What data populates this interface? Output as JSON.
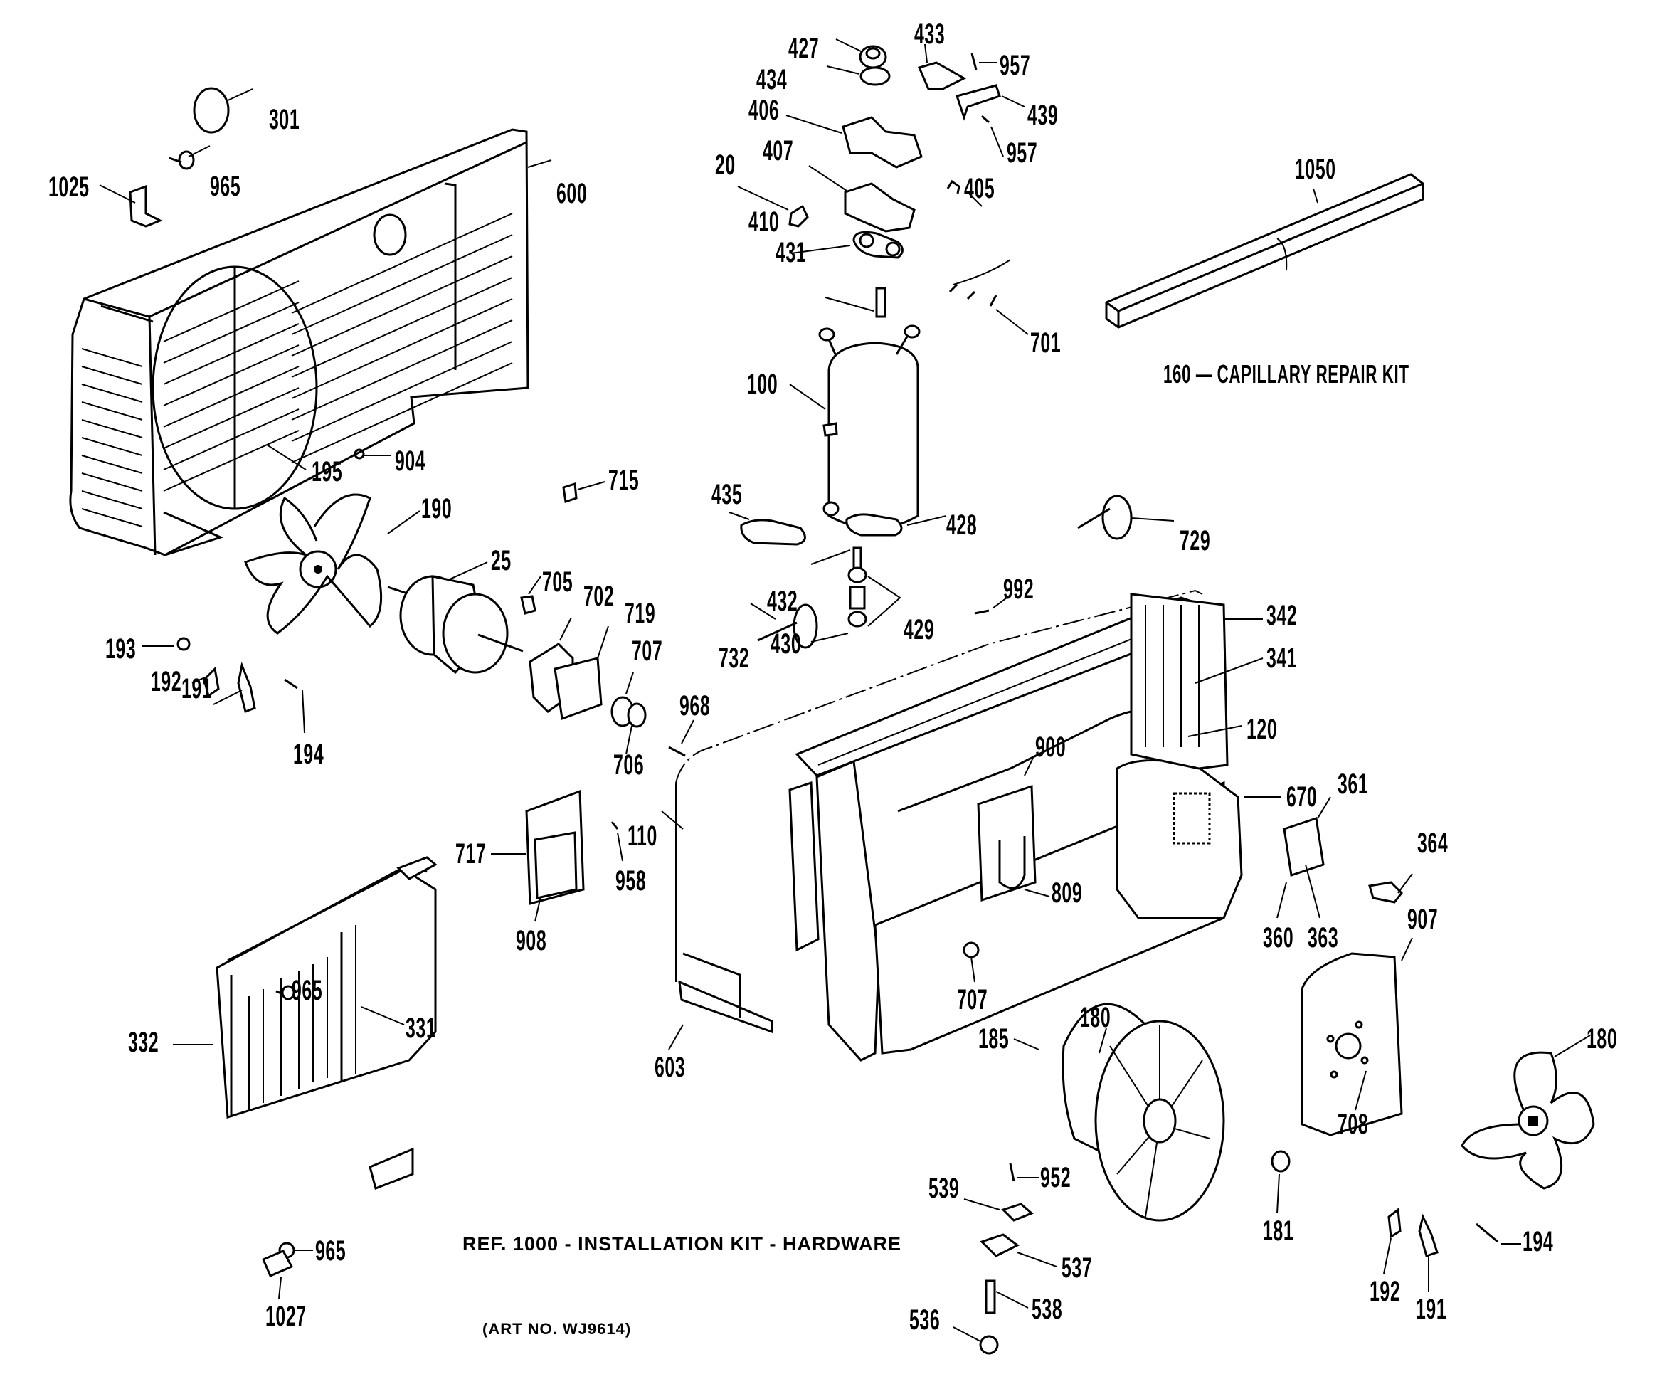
{
  "diagram": {
    "title": "Room Air Conditioner Exploded Parts Diagram",
    "notes": {
      "capillary_kit": "160 — CAPILLARY REPAIR KIT",
      "installation_kit": "REF. 1000 - INSTALLATION KIT - HARDWARE",
      "art_number": "(ART NO. WJ9614)"
    },
    "labels": [
      {
        "id": "l301",
        "text": "301"
      },
      {
        "id": "l1025",
        "text": "1025"
      },
      {
        "id": "l965a",
        "text": "965"
      },
      {
        "id": "l600",
        "text": "600"
      },
      {
        "id": "l195",
        "text": "195"
      },
      {
        "id": "l904",
        "text": "904"
      },
      {
        "id": "l190",
        "text": "190"
      },
      {
        "id": "l25",
        "text": "25"
      },
      {
        "id": "l705",
        "text": "705"
      },
      {
        "id": "l702",
        "text": "702"
      },
      {
        "id": "l719",
        "text": "719"
      },
      {
        "id": "l707a",
        "text": "707"
      },
      {
        "id": "l706",
        "text": "706"
      },
      {
        "id": "l193",
        "text": "193"
      },
      {
        "id": "l192a",
        "text": "192"
      },
      {
        "id": "l191a",
        "text": "191"
      },
      {
        "id": "l194a",
        "text": "194"
      },
      {
        "id": "l715",
        "text": "715"
      },
      {
        "id": "l427",
        "text": "427"
      },
      {
        "id": "l434",
        "text": "434"
      },
      {
        "id": "l433",
        "text": "433"
      },
      {
        "id": "l957a",
        "text": "957"
      },
      {
        "id": "l439",
        "text": "439"
      },
      {
        "id": "l957b",
        "text": "957"
      },
      {
        "id": "l406",
        "text": "406"
      },
      {
        "id": "l407",
        "text": "407"
      },
      {
        "id": "l20",
        "text": "20"
      },
      {
        "id": "l405",
        "text": "405"
      },
      {
        "id": "l410",
        "text": "410"
      },
      {
        "id": "l431",
        "text": "431"
      },
      {
        "id": "l701",
        "text": "701"
      },
      {
        "id": "l100",
        "text": "100"
      },
      {
        "id": "l1050",
        "text": "1050"
      },
      {
        "id": "l435",
        "text": "435"
      },
      {
        "id": "l428",
        "text": "428"
      },
      {
        "id": "l729",
        "text": "729"
      },
      {
        "id": "l432",
        "text": "432"
      },
      {
        "id": "l992",
        "text": "992"
      },
      {
        "id": "l430",
        "text": "430"
      },
      {
        "id": "l429",
        "text": "429"
      },
      {
        "id": "l732",
        "text": "732"
      },
      {
        "id": "l342",
        "text": "342"
      },
      {
        "id": "l341",
        "text": "341"
      },
      {
        "id": "l120",
        "text": "120"
      },
      {
        "id": "l968",
        "text": "968"
      },
      {
        "id": "l900",
        "text": "900"
      },
      {
        "id": "l670",
        "text": "670"
      },
      {
        "id": "l361",
        "text": "361"
      },
      {
        "id": "l364",
        "text": "364"
      },
      {
        "id": "l717",
        "text": "717"
      },
      {
        "id": "l110",
        "text": "110"
      },
      {
        "id": "l958",
        "text": "958"
      },
      {
        "id": "l809",
        "text": "809"
      },
      {
        "id": "l360",
        "text": "360"
      },
      {
        "id": "l363",
        "text": "363"
      },
      {
        "id": "l907",
        "text": "907"
      },
      {
        "id": "l908",
        "text": "908"
      },
      {
        "id": "l707b",
        "text": "707"
      },
      {
        "id": "l965b",
        "text": "965"
      },
      {
        "id": "l331",
        "text": "331"
      },
      {
        "id": "l332",
        "text": "332"
      },
      {
        "id": "l603",
        "text": "603"
      },
      {
        "id": "l185",
        "text": "185"
      },
      {
        "id": "l180a",
        "text": "180"
      },
      {
        "id": "l180b",
        "text": "180"
      },
      {
        "id": "l708",
        "text": "708"
      },
      {
        "id": "l539",
        "text": "539"
      },
      {
        "id": "l952",
        "text": "952"
      },
      {
        "id": "l537",
        "text": "537"
      },
      {
        "id": "l181",
        "text": "181"
      },
      {
        "id": "l965c",
        "text": "965"
      },
      {
        "id": "l1027",
        "text": "1027"
      },
      {
        "id": "l536",
        "text": "536"
      },
      {
        "id": "l538",
        "text": "538"
      },
      {
        "id": "l192b",
        "text": "192"
      },
      {
        "id": "l191b",
        "text": "191"
      },
      {
        "id": "l194b",
        "text": "194"
      }
    ]
  }
}
